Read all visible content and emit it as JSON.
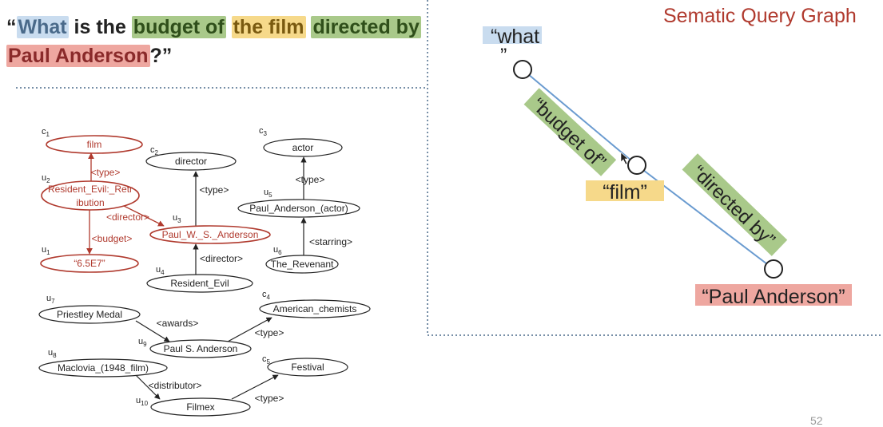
{
  "question": {
    "open": "“",
    "what": "What",
    "is_the": " is the ",
    "budget_of": "budget of",
    "space1": " ",
    "the_film": "the film",
    "space2": " ",
    "directed_by": "directed by",
    "paul_anderson": "Paul Anderson",
    "close": "?”"
  },
  "semantic_query_graph": {
    "title": "Sematic Query Graph",
    "nodes": {
      "what_top": "“what",
      "what_bottom": "”",
      "film": "“film”",
      "paul_anderson": "“Paul Anderson”"
    },
    "edges": {
      "budget_of": "“budget of”",
      "directed_by": "“directed by”"
    },
    "colors": {
      "line": "#6a9bd0",
      "node_stroke": "#222",
      "title": "#b03a2e"
    }
  },
  "knowledge_graph": {
    "nodes": {
      "c1": {
        "id_main": "c",
        "id_sub": "1",
        "label": "film"
      },
      "c2": {
        "id_main": "c",
        "id_sub": "2",
        "label": "director"
      },
      "c3": {
        "id_main": "c",
        "id_sub": "3",
        "label": "actor"
      },
      "c4": {
        "id_main": "c",
        "id_sub": "4",
        "label": "American_chemists"
      },
      "c5": {
        "id_main": "c",
        "id_sub": "5",
        "label": "Festival"
      },
      "u1": {
        "id_main": "u",
        "id_sub": "1",
        "label": "“6.5E7”"
      },
      "u2": {
        "id_main": "u",
        "id_sub": "2",
        "label_line1": "Resident_Evil:_Retr",
        "label_line2": "ibution"
      },
      "u3": {
        "id_main": "u",
        "id_sub": "3",
        "label": "Paul_W._S._Anderson"
      },
      "u4": {
        "id_main": "u",
        "id_sub": "4",
        "label": "Resident_Evil"
      },
      "u5": {
        "id_main": "u",
        "id_sub": "5",
        "label": "Paul_Anderson_(actor)"
      },
      "u6": {
        "id_main": "u",
        "id_sub": "6",
        "label": "The_Revenant"
      },
      "u7": {
        "id_main": "u",
        "id_sub": "7",
        "label": "Priestley Medal"
      },
      "u8": {
        "id_main": "u",
        "id_sub": "8",
        "label": "Maclovia_(1948_film)"
      },
      "u9": {
        "id_main": "u",
        "id_sub": "9",
        "label": "Paul S. Anderson"
      },
      "u10": {
        "id_main": "u",
        "id_sub": "10",
        "label": "Filmex"
      }
    },
    "edges": {
      "u2_c1": "<type>",
      "u2_u3": "<director>",
      "u2_u1": "<budget>",
      "u3_c2": "<type>",
      "u4_u3": "<director>",
      "u5_c3": "<type>",
      "u6_u5": "<starring>",
      "u7_u9": "<awards>",
      "u9_c4": "<type>",
      "u8_u10": "<distributor>",
      "u10_c5": "<type>"
    },
    "colors": {
      "highlight": "#b03a2e",
      "normal": "#222"
    }
  },
  "page_number": "52"
}
